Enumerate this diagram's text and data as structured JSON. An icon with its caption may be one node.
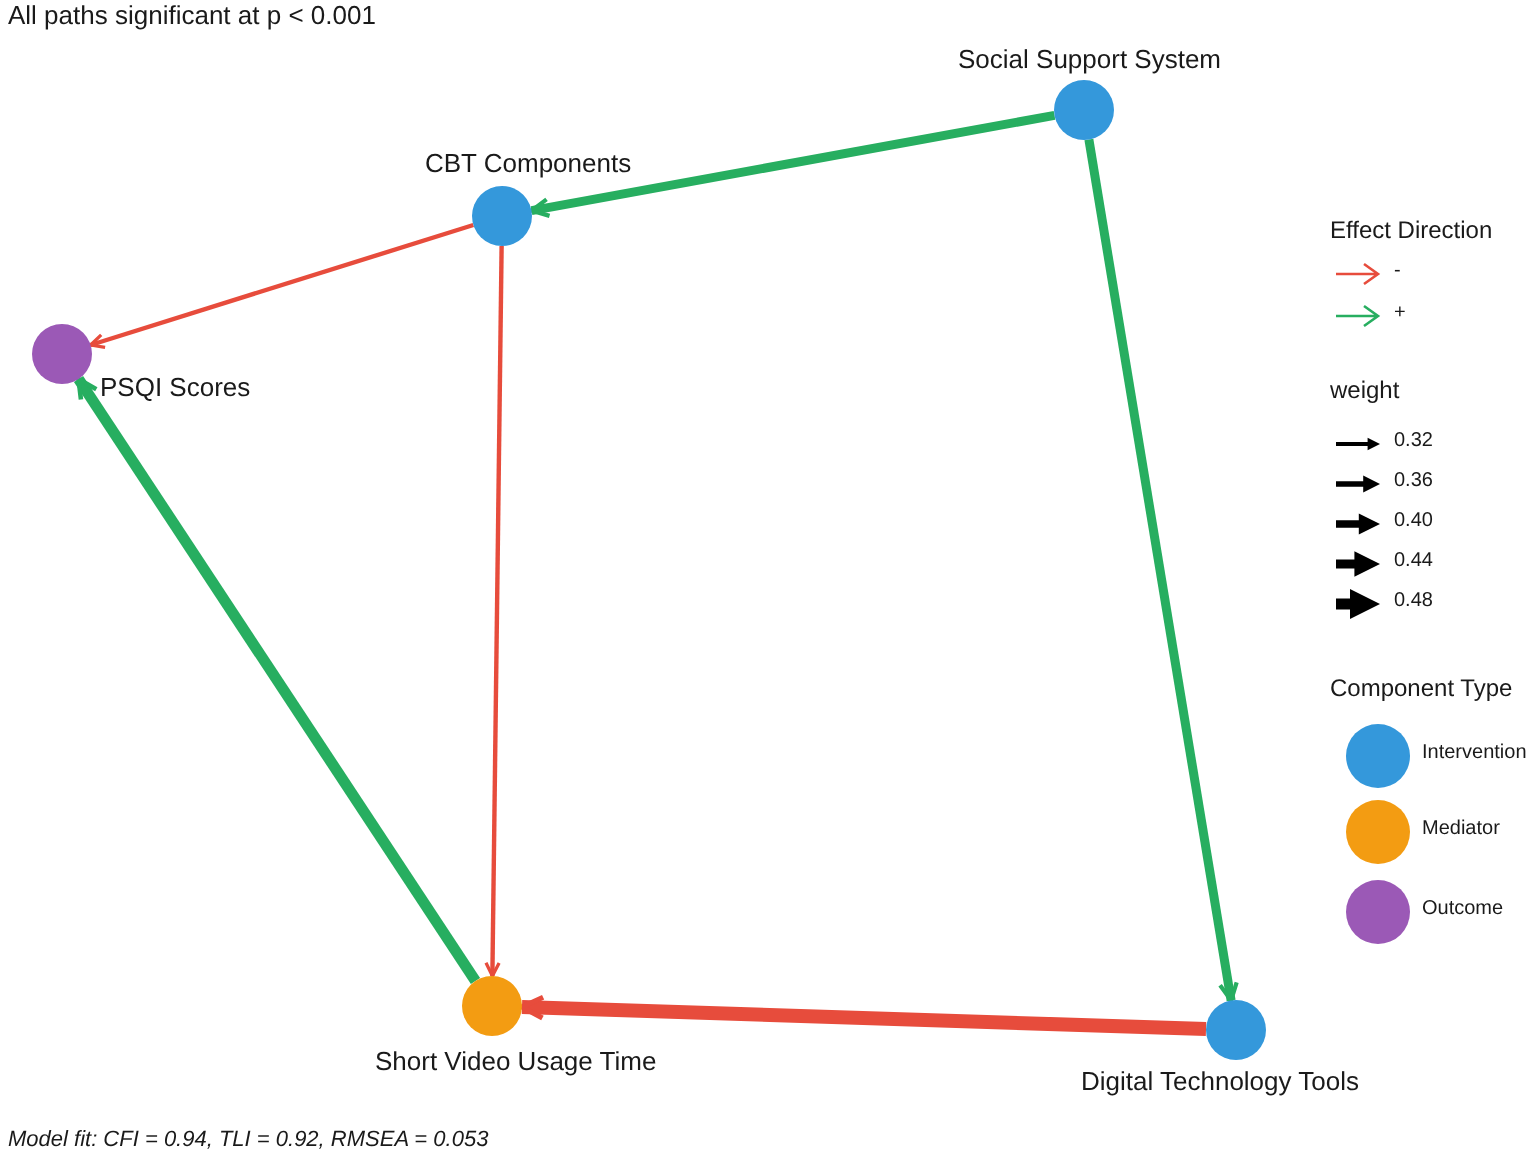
{
  "diagram": {
    "title": "All paths significant at p < 0.001",
    "caption": "Model fit: CFI = 0.94, TLI = 0.92, RMSEA = 0.053",
    "nodes": [
      {
        "text": [
          "Social Support System"
        ]
      },
      {
        "text": [
          "CBT Components"
        ]
      },
      {
        "text": [
          "PSQI Scores"
        ]
      },
      {
        "text": [
          "Short Video Usage Time"
        ]
      },
      {
        "text": [
          "Digital Technology Tools"
        ]
      }
    ],
    "edges": [
      {
        "from": 0,
        "to": 1,
        "arrow": "to"
      },
      {
        "from": 1,
        "to": 2,
        "arrow": "to",
        "color": "#e74c3c"
      },
      {
        "from": 1,
        "to": 3,
        "arrow": "to",
        "color": "#e74c3c"
      },
      {
        "from": 0,
        "to": 4,
        "arrow": "to"
      },
      {
        "from": 4,
        "to": 3,
        "arrow": "to",
        "color": "#e74c3c"
      },
      {
        "from": 3,
        "to": 2,
        "arrow": "to"
      }
    ],
    "labels": [
      "Effect Direction",
      "weight",
      "Component Type"
    ],
    "legend": [
      {
        "text": "-"
      },
      {
        "text": "+"
      },
      {
        "text": "0.32"
      },
      {
        "text": "0.36"
      },
      {
        "text": "0.40"
      },
      {
        "text": "0.44"
      },
      {
        "text": "0.48"
      },
      {
        "text": "Intervention",
        "color": "#3498db"
      },
      {
        "text": "Mediator",
        "color": "#f39c12"
      },
      {
        "text": "Outcome",
        "color": "#9b59b6"
      }
    ]
  }
}
